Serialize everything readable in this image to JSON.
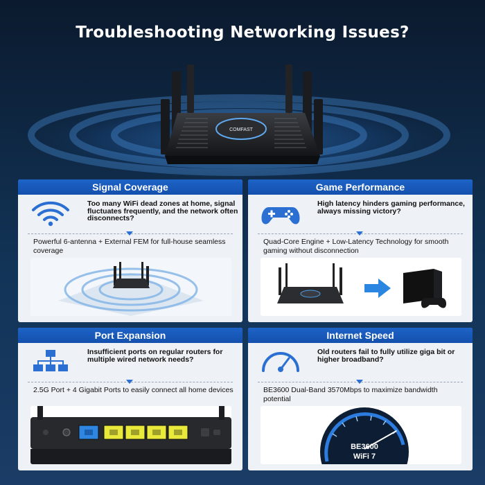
{
  "title": "Troubleshooting Networking Issues?",
  "hero": {
    "router_label": "COMFAST"
  },
  "cards": [
    {
      "header": "Signal Coverage",
      "icon": "wifi-icon",
      "problem": "Too many WiFi dead zones at home, signal fluctuates frequently, and the network often disconnects?",
      "solution": "Powerful 6-antenna + External FEM for full-house seamless coverage"
    },
    {
      "header": "Game Performance",
      "icon": "gamepad-icon",
      "problem": "High latency hinders gaming performance, always missing victory?",
      "solution": "Quad-Core Engine + Low-Latency Technology for smooth gaming without disconnection"
    },
    {
      "header": "Port Expansion",
      "icon": "network-topology-icon",
      "problem": "Insufficient ports on regular routers for multiple wired network needs?",
      "solution": "2.5G Port + 4 Gigabit Ports to easily connect all home devices"
    },
    {
      "header": "Internet Speed",
      "icon": "speedometer-icon",
      "problem": "Old routers fail to fully utilize giga bit or higher broadband?",
      "solution": "BE3600 Dual-Band 3570Mbps to maximize bandwidth potential",
      "gauge_line1": "BE3600",
      "gauge_line2": "WiFi 7"
    }
  ],
  "colors": {
    "header_blue": "#1d63c7",
    "icon_blue": "#2a6fd1",
    "background_navy": "#0b1a2e",
    "port_blue": "#2f86e0",
    "port_yellow": "#e8e93a"
  }
}
